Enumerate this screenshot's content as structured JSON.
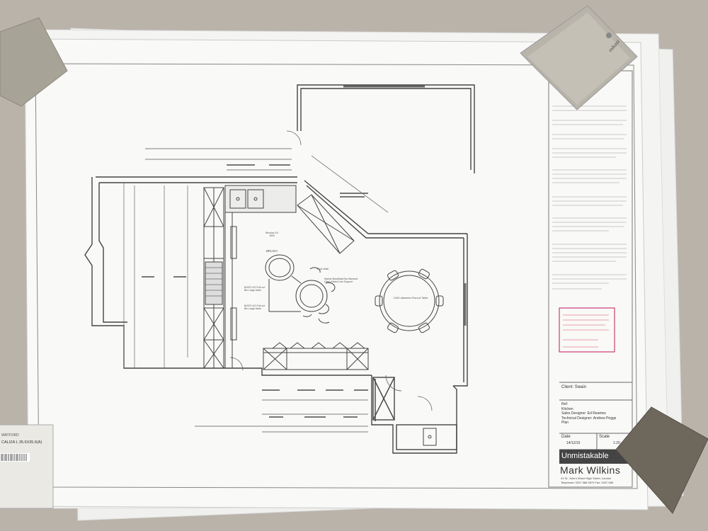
{
  "title_block": {
    "client_label": "Client:",
    "client_value": "Swain",
    "ref_label": "Ref:",
    "room": "Kitchen",
    "sales_designer": "Sales Designer: Ed Reames",
    "technical_designer": "Technical Designer: Andrew Peggs",
    "plan": "Plan",
    "date_label": "Date",
    "date_value": "14/12/15",
    "scale_label": "Scale",
    "scale_value": "1:20",
    "brand_tagline": "Unmistakable",
    "brand_name": "Mark Wilkins",
    "address": "41 St. John's Wood High Street, London",
    "telephone": "Telephone: 0207 586 9579 Fax: 0207 586"
  },
  "plan_labels": {
    "round_table": "1400 diameter Round Table",
    "brush": "BRUSH",
    "stud_wall": "Stud Wall",
    "breakfast_bar": "Marine Breakfast Bar Wavecut Glass Metal Core Support",
    "pull_out_1": "BX570 4/3 Pull out Bin Large Adds",
    "pull_out_2": "BX570 4/3 Pull out Bin Large Adds",
    "window_1": "Window 2/4 1840"
  },
  "sample_labels": {
    "tile_brand": "mikasi",
    "bottom_left_top": "WATFORD",
    "bottom_left_code": "CALIZA L 35.6X35.6(A)"
  },
  "colors": {
    "carpet": "#b9b3aa",
    "paper": "#f7f7f5",
    "ink": "#333333",
    "stamp": "#c2185b"
  }
}
